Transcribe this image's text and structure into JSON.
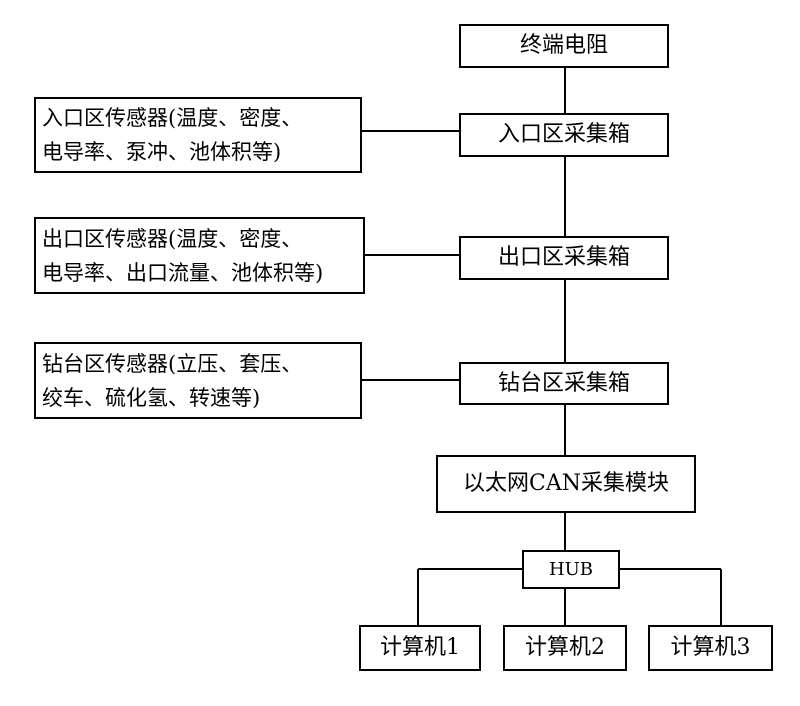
{
  "terminator": {
    "label": "终端电阻"
  },
  "collectors": [
    {
      "label": "入口区采集箱"
    },
    {
      "label": "出口区采集箱"
    },
    {
      "label": "钻台区采集箱"
    }
  ],
  "sensors": [
    {
      "line1": "入口区传感器(温度、密度、",
      "line2": "电导率、泵冲、池体积等)"
    },
    {
      "line1": "出口区传感器(温度、密度、",
      "line2": "电导率、出口流量、池体积等)"
    },
    {
      "line1": "钻台区传感器(立压、套压、",
      "line2": "绞车、硫化氢、转速等)"
    }
  ],
  "module": {
    "label": "以太网CAN采集模块"
  },
  "hub": {
    "label": "HUB"
  },
  "computers": [
    {
      "label": "计算机1"
    },
    {
      "label": "计算机2"
    },
    {
      "label": "计算机3"
    }
  ]
}
